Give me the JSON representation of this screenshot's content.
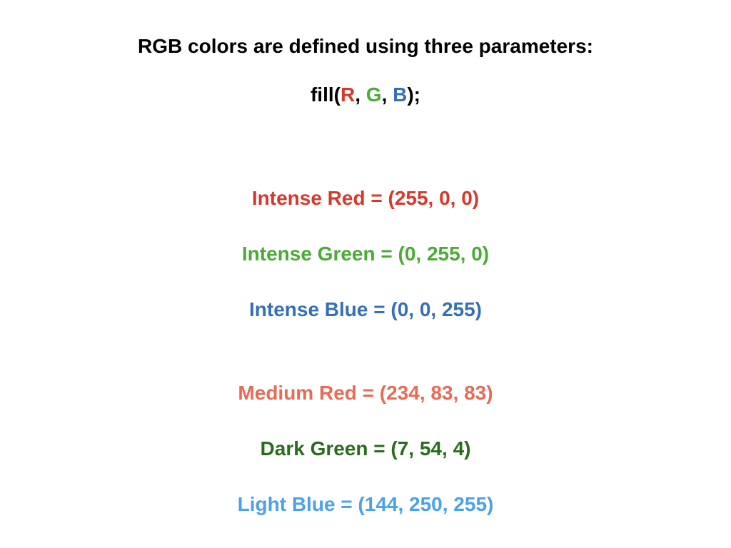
{
  "slide": {
    "title": "RGB colors are defined using three parameters:",
    "code": {
      "prefix": "fill(",
      "r": "R",
      "sep1": ", ",
      "g": "G",
      "sep2": ", ",
      "b": "B",
      "suffix": ");"
    },
    "code_colors": {
      "r": "#d7382b",
      "g": "#4bab35",
      "b": "#3470b6"
    },
    "examples": [
      {
        "text": "Intense Red = (255, 0, 0)",
        "color": "#d7382b"
      },
      {
        "text": "Intense Green = (0, 255, 0)",
        "color": "#4bab35"
      },
      {
        "text": "Intense Blue = (0, 0, 255)",
        "color": "#3470b6"
      },
      {
        "text": "Medium Red = (234, 83, 83)",
        "color": "#ea6a55"
      },
      {
        "text": "Dark Green = (7, 54, 4)",
        "color": "#2b6b1d"
      },
      {
        "text": "Light Blue = (144, 250, 255)",
        "color": "#4aa1ee"
      }
    ]
  }
}
